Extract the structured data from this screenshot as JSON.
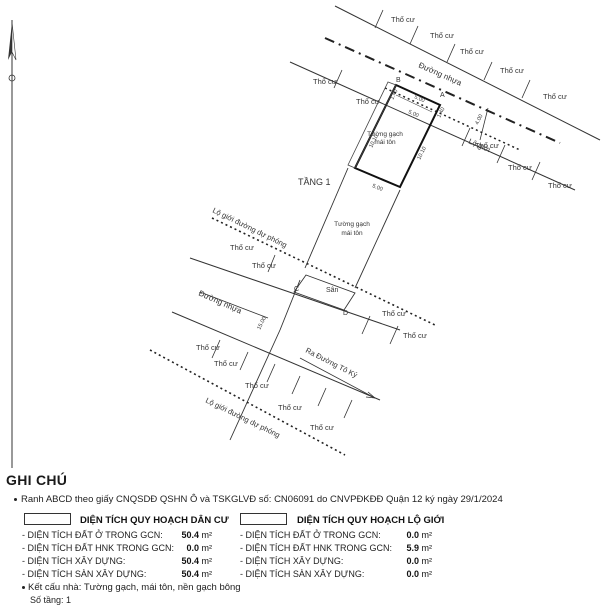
{
  "plan": {
    "neighbor_label": "Thổ cư",
    "road_labels": [
      "Đường nhựa",
      "Đường nhựa"
    ],
    "setback_label": "Lộ giới",
    "planned_setback_label": "Lộ giới đường dự phóng",
    "floor_label": "TẦNG 1",
    "wall_label_1": "Tường gạch",
    "roof_label_1": "mái tôn",
    "wall_label_2": "Tường gạch",
    "roof_label_2": "mái tôn",
    "yard_label": "Sân",
    "point_a": "A",
    "point_b": "B",
    "point_c": "C",
    "point_d": "D",
    "route_label": "Ra Đường Tô Ký",
    "dim_front_top": "5.00",
    "dim_front_inner": "5.00",
    "dim_side_left": "10.10",
    "dim_side_right": "10.10",
    "dim_back": "5.00",
    "dim_setback": "1.40",
    "dim_setback_b": "1.40",
    "dim_alley": "15.00",
    "dim_road": "4.00"
  },
  "notes": {
    "title": "GHI CHÚ",
    "description": "Ranh ABCD theo giấy CNQSDĐ QSHN Ô và TSKGLVĐ số: CN06091 do CNVPĐKĐĐ Quận 12 ký ngày 29/1/2024",
    "residential": {
      "header": "DIỆN TÍCH QUY HOẠCH DÂN CƯ",
      "rows": [
        {
          "label": "- DIỆN TÍCH ĐẤT Ở TRONG GCN:",
          "value": "50.4",
          "unit": "m²"
        },
        {
          "label": "- DIỆN TÍCH ĐẤT HNK TRONG GCN:",
          "value": "0.0",
          "unit": "m²"
        },
        {
          "label": "- DIỆN TÍCH XÂY DỰNG:",
          "value": "50.4",
          "unit": "m²"
        },
        {
          "label": "- DIỆN TÍCH SÀN XÂY DỰNG:",
          "value": "50.4",
          "unit": "m²"
        }
      ]
    },
    "setback": {
      "header": "DIỆN TÍCH QUY HOẠCH LỘ GIỚI",
      "rows": [
        {
          "label": "- DIỆN TÍCH ĐẤT Ở TRONG GCN:",
          "value": "0.0",
          "unit": "m²"
        },
        {
          "label": "- DIỆN TÍCH ĐẤT HNK TRONG GCN:",
          "value": "5.9",
          "unit": "m²"
        },
        {
          "label": "- DIỆN TÍCH XÂY DỰNG:",
          "value": "0.0",
          "unit": "m²"
        },
        {
          "label": "- DIỆN TÍCH SÀN XÂY DỰNG:",
          "value": "0.0",
          "unit": "m²"
        }
      ]
    },
    "structure": "Kết cấu nhà:  Tường gạch, mái tôn, nền gạch bông",
    "floors": "Số tầng: 1"
  }
}
